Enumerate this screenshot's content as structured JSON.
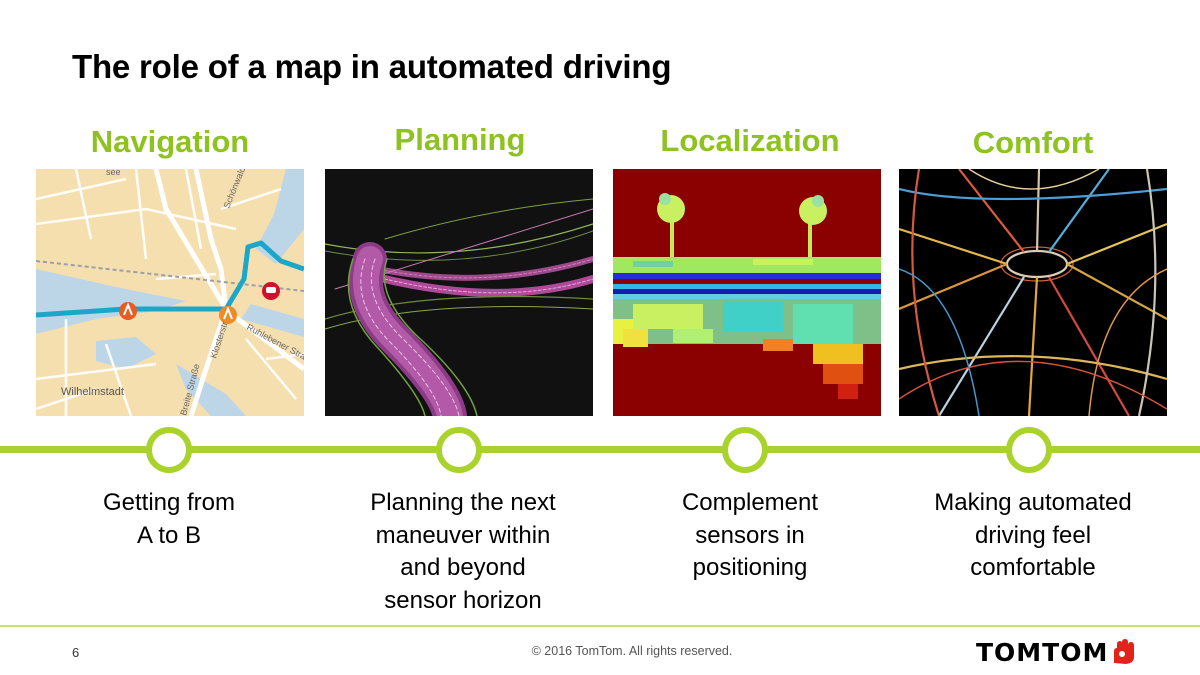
{
  "slide": {
    "title": "The role of a map in automated driving",
    "page_number": "6",
    "copyright": "© 2016 TomTom.  All rights reserved.",
    "brand": "TOMTOM"
  },
  "columns": [
    {
      "title": "Navigation",
      "caption": [
        "Getting from",
        "A to B"
      ]
    },
    {
      "title": "Planning",
      "caption": [
        "Planning the next",
        "maneuver within",
        "and beyond",
        "sensor horizon"
      ]
    },
    {
      "title": "Localization",
      "caption": [
        "Complement",
        "sensors in",
        "positioning"
      ]
    },
    {
      "title": "Comfort",
      "caption": [
        "Making automated",
        "driving feel",
        "comfortable"
      ]
    }
  ],
  "map_labels": {
    "district": "Wilhelmstadt",
    "street_1": "Klosterstr",
    "street_2": "Ruhlebener Straße",
    "street_3": "Schönwalder Straße",
    "street_4": "Breite Straße",
    "street_5": "see"
  },
  "colors": {
    "accent_green": "#8dc21f",
    "timeline_green": "#a9d22c",
    "route_blue": "#1ba7c9",
    "brand_red": "#e2231a"
  }
}
